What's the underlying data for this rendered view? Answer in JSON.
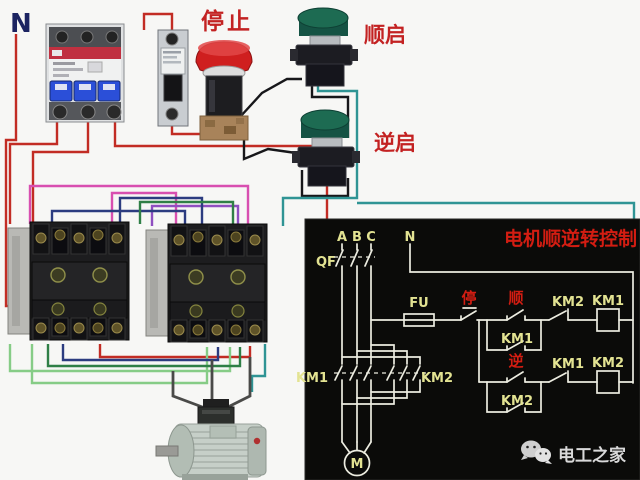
{
  "colors": {
    "wire_red": "#c22c24",
    "wire_pink": "#d84fb0",
    "wire_purple": "#8f4fc0",
    "wire_navy": "#2c3c80",
    "wire_green_dark": "#2f7f46",
    "wire_green_light": "#86cc86",
    "wire_teal": "#2f9494",
    "wire_black": "#17171a",
    "wire_gray": "#4a4a48",
    "label_red": "#c32222",
    "n_label_color": "#1c2461",
    "panel_bg": "#0b0b09",
    "schematic_line": "#ecece0",
    "schematic_label": "#e3e392",
    "schematic_red": "#d31d12",
    "watermark": "#d9d9d9",
    "breaker_toggle_blue": "#2b4fd8",
    "breaker_stripe_red": "#c03040",
    "stop_cap_red": "#cf1f1f",
    "start_cap_green": "#1d6b52",
    "motor_body": "#c6cfc8"
  },
  "photo": {
    "neutral_label": "N",
    "stop_button_label": "停止",
    "forward_button_label": "顺启",
    "reverse_button_label": "逆启"
  },
  "schematic": {
    "title": "电机顺逆转控制",
    "phase_labels": [
      "A",
      "B",
      "C"
    ],
    "neutral_label": "N",
    "breaker_label": "QF",
    "fuse_label": "FU",
    "stop_label": "停",
    "forward_label": "顺",
    "reverse_label": "逆",
    "contactor1_label": "KM1",
    "contactor2_label": "KM2",
    "motor_label": "M"
  },
  "watermark": {
    "text": "电工之家"
  }
}
